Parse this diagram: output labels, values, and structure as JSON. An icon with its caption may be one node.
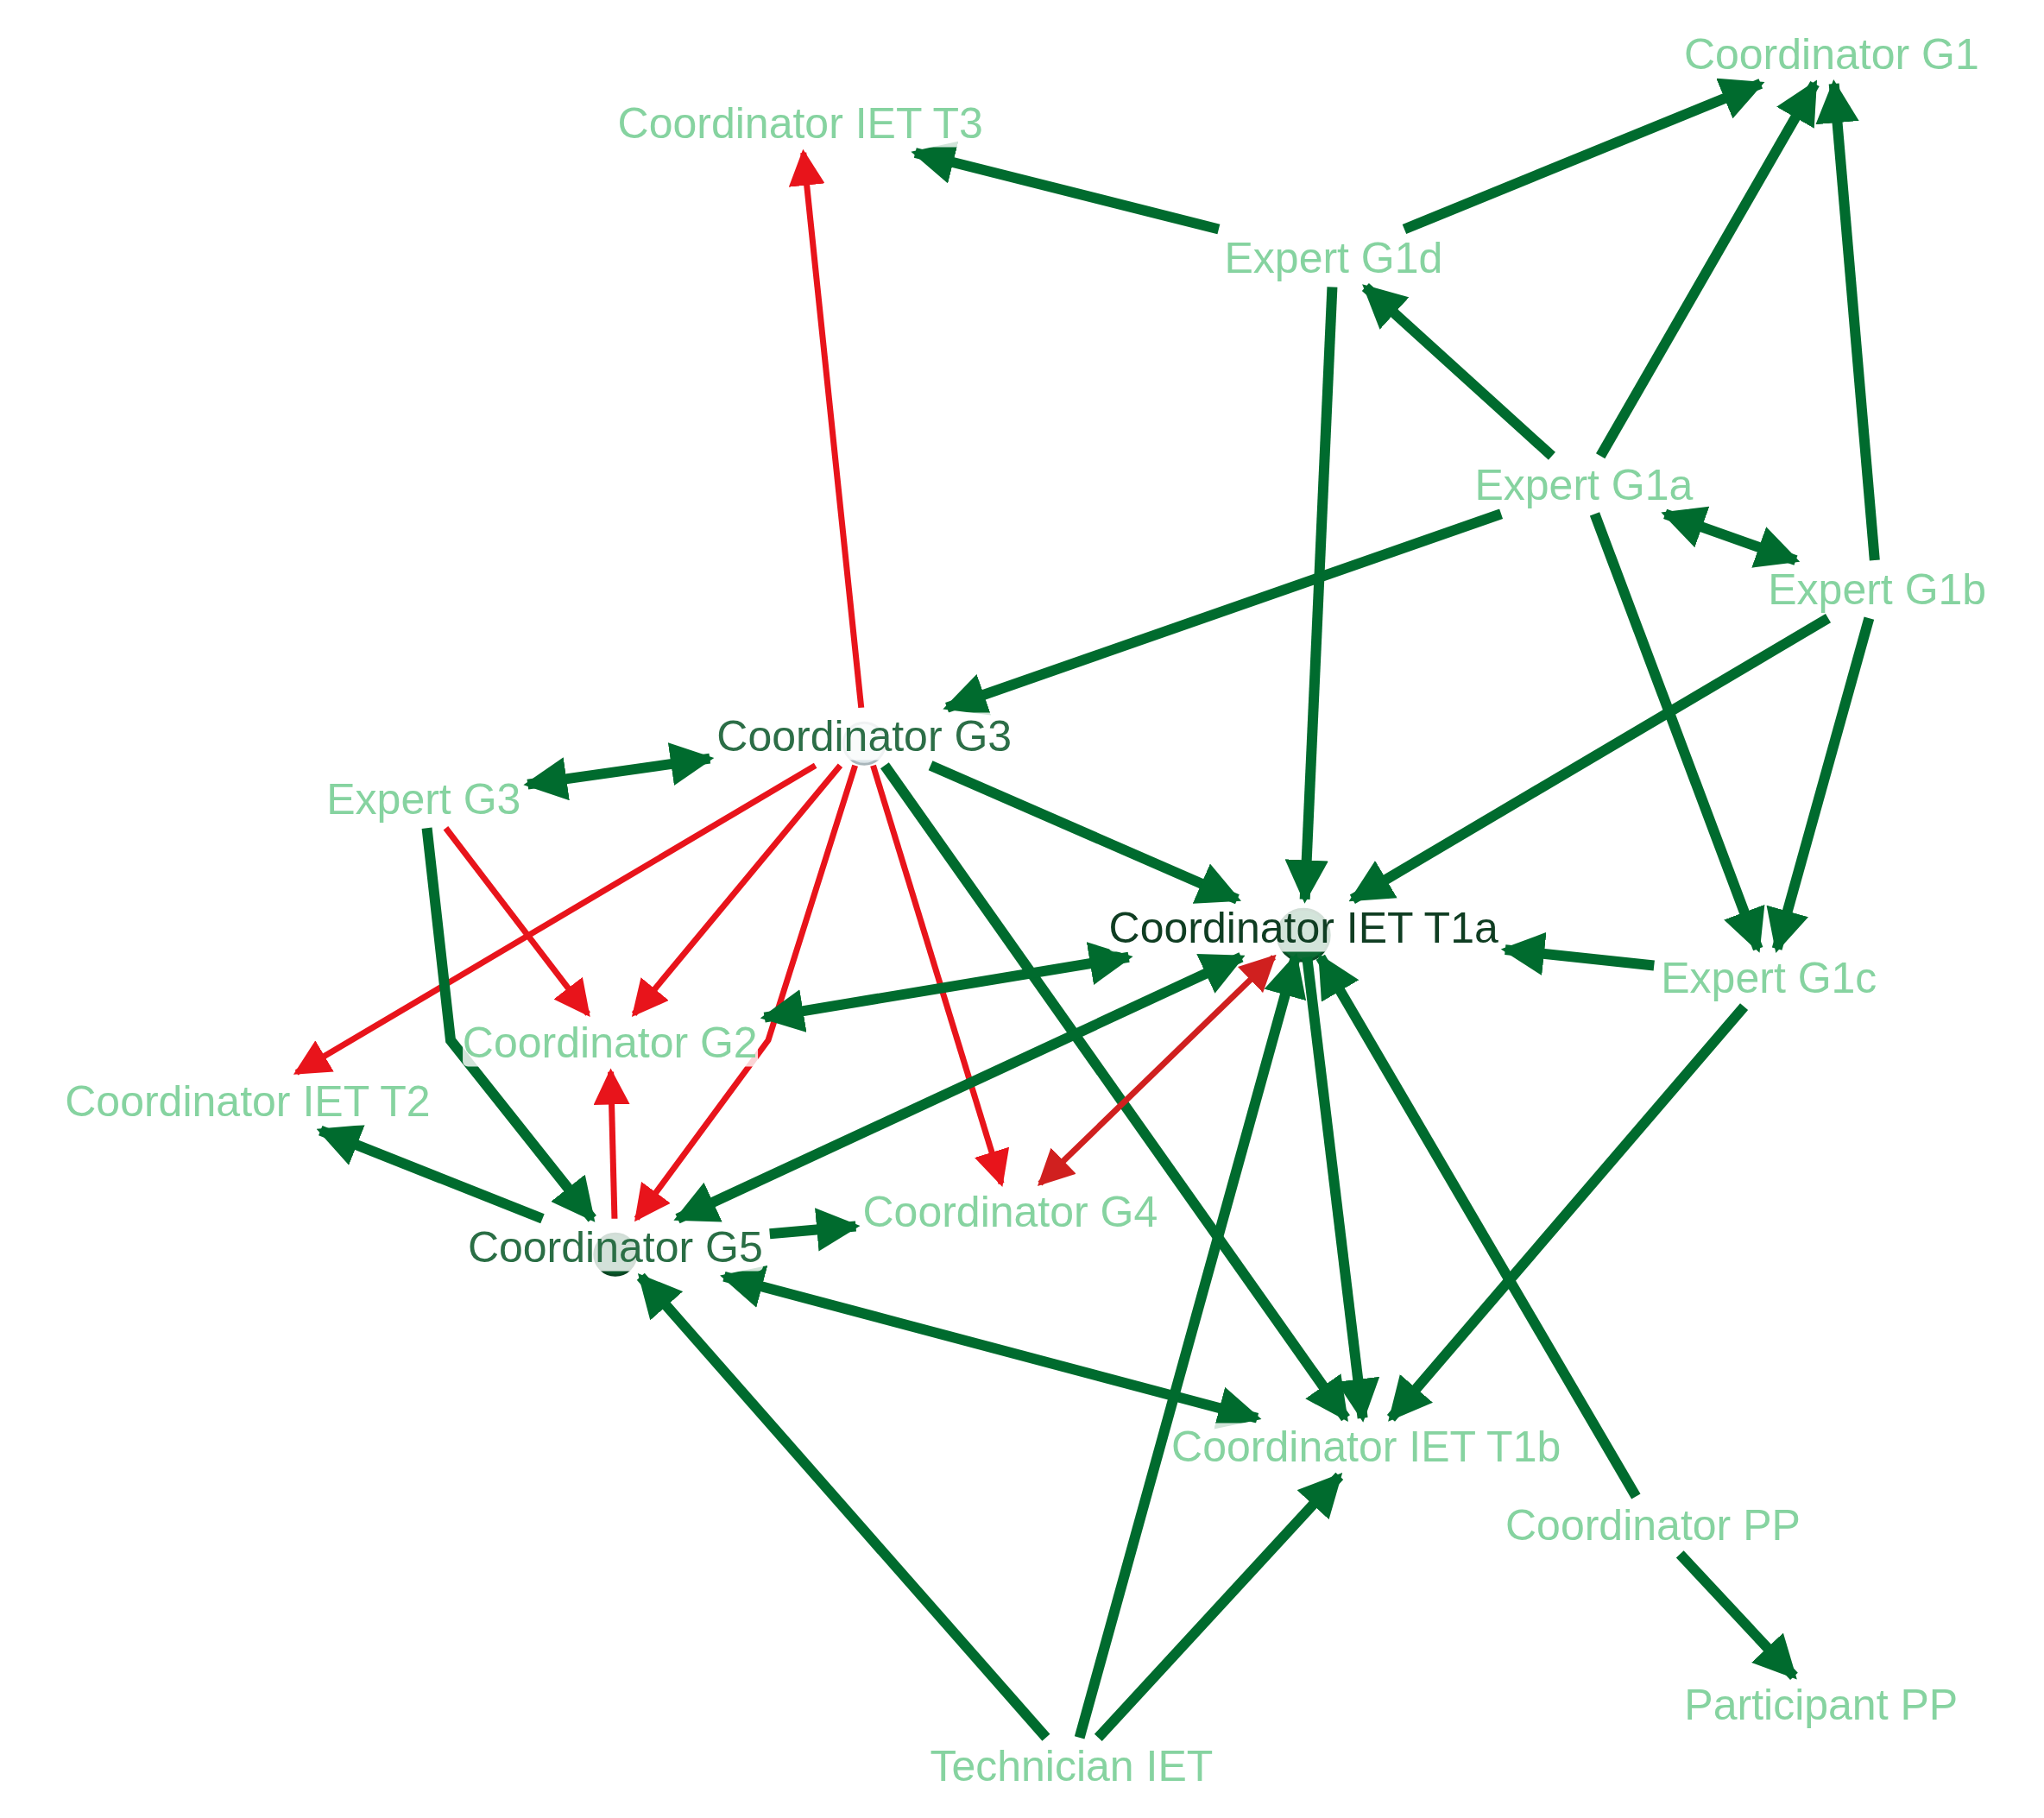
{
  "diagram": {
    "nodes": [
      {
        "text": [
          "Coordinator G1"
        ]
      },
      {
        "text": [
          "Coordinator IET T3"
        ]
      },
      {
        "text": [
          "Expert G1d"
        ]
      },
      {
        "text": [
          "Expert G1a"
        ]
      },
      {
        "text": [
          "Expert G1b"
        ]
      },
      {
        "text": [
          "Coordinator G3"
        ]
      },
      {
        "text": [
          "Expert G3"
        ]
      },
      {
        "text": [
          "Coordinator IET T1a"
        ]
      },
      {
        "text": [
          "Expert G1c"
        ]
      },
      {
        "text": [
          "Coordinator G2"
        ]
      },
      {
        "text": [
          "Coordinator IET T2"
        ]
      },
      {
        "text": [
          "Coordinator G5"
        ]
      },
      {
        "text": [
          "Coordinator G4"
        ]
      },
      {
        "text": [
          "Coordinator IET T1b"
        ]
      },
      {
        "text": [
          "Coordinator PP"
        ]
      },
      {
        "text": [
          "Participant PP"
        ]
      },
      {
        "text": [
          "Technician IET"
        ]
      }
    ],
    "edges": [
      {
        "from": 2,
        "to": 1,
        "arrow": "to"
      },
      {
        "from": 2,
        "to": 0,
        "arrow": "to"
      },
      {
        "from": 3,
        "to": 0,
        "arrow": "to"
      },
      {
        "from": 4,
        "to": 0,
        "arrow": "to"
      },
      {
        "from": 3,
        "to": 2,
        "arrow": "to"
      },
      {
        "from": 2,
        "to": 7,
        "arrow": "to"
      },
      {
        "from": 3,
        "to": 4,
        "arrow": "both"
      },
      {
        "from": 3,
        "to": 5,
        "arrow": "to"
      },
      {
        "from": 3,
        "to": 8,
        "arrow": "to"
      },
      {
        "from": 4,
        "to": 8,
        "arrow": "to"
      },
      {
        "from": 4,
        "to": 7,
        "arrow": "to"
      },
      {
        "from": 8,
        "to": 7,
        "arrow": "to"
      },
      {
        "from": 8,
        "to": 13,
        "arrow": "to"
      },
      {
        "from": 5,
        "to": 1,
        "arrow": "to",
        "color": "#e8141b"
      },
      {
        "from": 5,
        "to": 6,
        "arrow": "both"
      },
      {
        "from": 5,
        "to": 10,
        "arrow": "to",
        "color": "#e8141b"
      },
      {
        "from": 5,
        "to": 9,
        "arrow": "to",
        "color": "#e8141b"
      },
      {
        "from": 5,
        "to": 11,
        "arrow": "to",
        "color": "#e8141b"
      },
      {
        "from": 5,
        "to": 12,
        "arrow": "to",
        "color": "#e8141b"
      },
      {
        "from": 5,
        "to": 7,
        "arrow": "to"
      },
      {
        "from": 5,
        "to": 13,
        "arrow": "to"
      },
      {
        "from": 6,
        "to": 9,
        "arrow": "to",
        "color": "#e8141b"
      },
      {
        "from": 6,
        "to": 11,
        "arrow": "to"
      },
      {
        "from": 11,
        "to": 9,
        "arrow": "to",
        "color": "#e8141b"
      },
      {
        "from": 11,
        "to": 10,
        "arrow": "to"
      },
      {
        "from": 7,
        "to": 9,
        "arrow": "both"
      },
      {
        "from": 7,
        "to": 11,
        "arrow": "both"
      },
      {
        "from": 12,
        "to": 7,
        "arrow": "both",
        "color": "#d0201f"
      },
      {
        "from": 11,
        "to": 12,
        "arrow": "to"
      },
      {
        "from": 13,
        "to": 11,
        "arrow": "both"
      },
      {
        "from": 7,
        "to": 13,
        "arrow": "to"
      },
      {
        "from": 16,
        "to": 11,
        "arrow": "to"
      },
      {
        "from": 16,
        "to": 7,
        "arrow": "to"
      },
      {
        "from": 16,
        "to": 13,
        "arrow": "to"
      },
      {
        "from": 14,
        "to": 7,
        "arrow": "to"
      },
      {
        "from": 14,
        "to": 15,
        "arrow": "to"
      }
    ]
  }
}
